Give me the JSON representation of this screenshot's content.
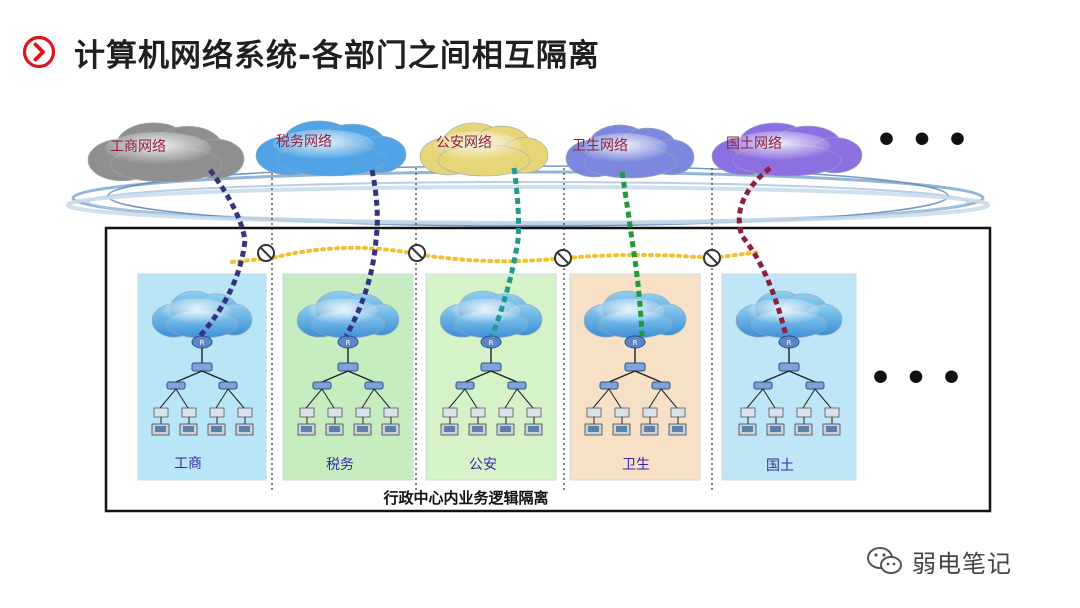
{
  "title": "计算机网络系统-各部门之间相互隔离",
  "departments": [
    {
      "cloud_label": "工商网络",
      "panel_label": "工商",
      "cloud_color": "#8f8f8f",
      "line_color": "#35357f",
      "panel_color": "#b8e6f6"
    },
    {
      "cloud_label": "税务网络",
      "panel_label": "税务",
      "cloud_color": "#4fa3e6",
      "line_color": "#35357f",
      "panel_color": "#c6ecc0"
    },
    {
      "cloud_label": "公安网络",
      "panel_label": "公安",
      "cloud_color": "#e6d678",
      "line_color": "#1f9a8c",
      "panel_color": "#d6f2c8"
    },
    {
      "cloud_label": "卫生网络",
      "panel_label": "卫生",
      "cloud_color": "#7c88df",
      "line_color": "#1f9a3c",
      "panel_color": "#f6e0c6"
    },
    {
      "cloud_label": "国土网络",
      "panel_label": "国土",
      "cloud_color": "#8c6fe0",
      "line_color": "#8f1f3c",
      "panel_color": "#bfe6f6"
    }
  ],
  "more_indicator": "• • •",
  "box_label": "行政中心内业务逻辑隔离",
  "router_label": "R",
  "watermark": {
    "text": "弱电笔记",
    "icon": "wechat-icon"
  },
  "title_icon": "chevron-right-circle-icon",
  "colors": {
    "accent": "#e0141e",
    "box_border": "#111111",
    "isolation_dots": "#f0c232",
    "label_red": "#8f1f3c"
  }
}
